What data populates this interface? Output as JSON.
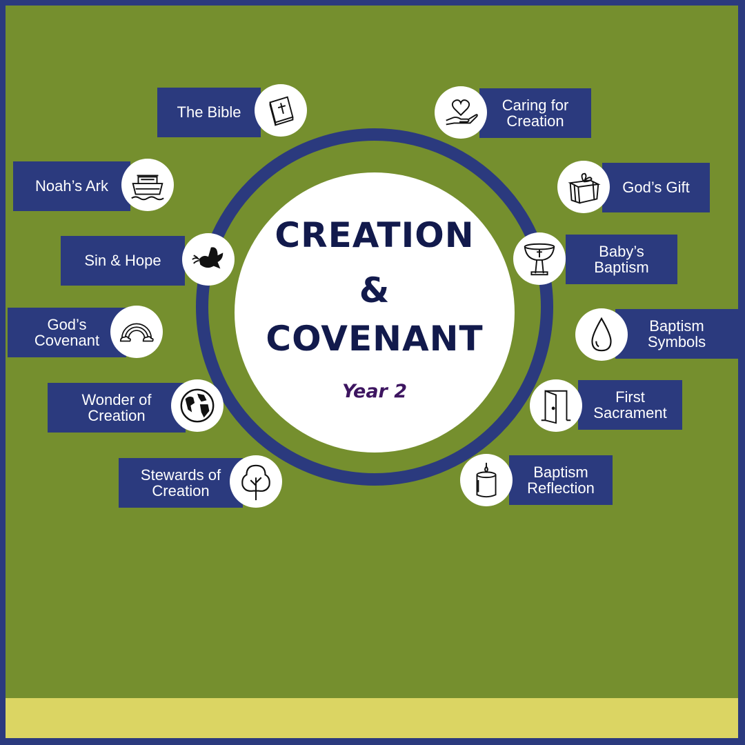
{
  "center": {
    "title_line1": "CREATION",
    "title_line2": "&",
    "title_line3": "COVENANT",
    "subtitle": "Year 2"
  },
  "topics_left": [
    {
      "label": "The Bible",
      "icon": "bible-icon"
    },
    {
      "label": "Noah’s Ark",
      "icon": "ark-icon"
    },
    {
      "label": "Sin & Hope",
      "icon": "dove-icon"
    },
    {
      "label": "God’s\nCovenant",
      "icon": "rainbow-icon"
    },
    {
      "label": "Wonder of\nCreation",
      "icon": "globe-icon"
    },
    {
      "label": "Stewards of\nCreation",
      "icon": "tree-icon"
    }
  ],
  "topics_right": [
    {
      "label": "Caring for\nCreation",
      "icon": "heart-hand-icon"
    },
    {
      "label": "God’s Gift",
      "icon": "gift-icon"
    },
    {
      "label": "Baby’s\nBaptism",
      "icon": "font-icon"
    },
    {
      "label": "Baptism\nSymbols",
      "icon": "water-drop-icon"
    },
    {
      "label": "First\nSacrament",
      "icon": "open-door-icon"
    },
    {
      "label": "Baptism\nReflection",
      "icon": "candle-icon"
    }
  ],
  "colors": {
    "background": "#758f2e",
    "frame": "#2b3a7e",
    "label_bg": "#2b3a7e",
    "footer": "#dbd563",
    "title": "#121a4c",
    "subtitle": "#3d1560"
  }
}
